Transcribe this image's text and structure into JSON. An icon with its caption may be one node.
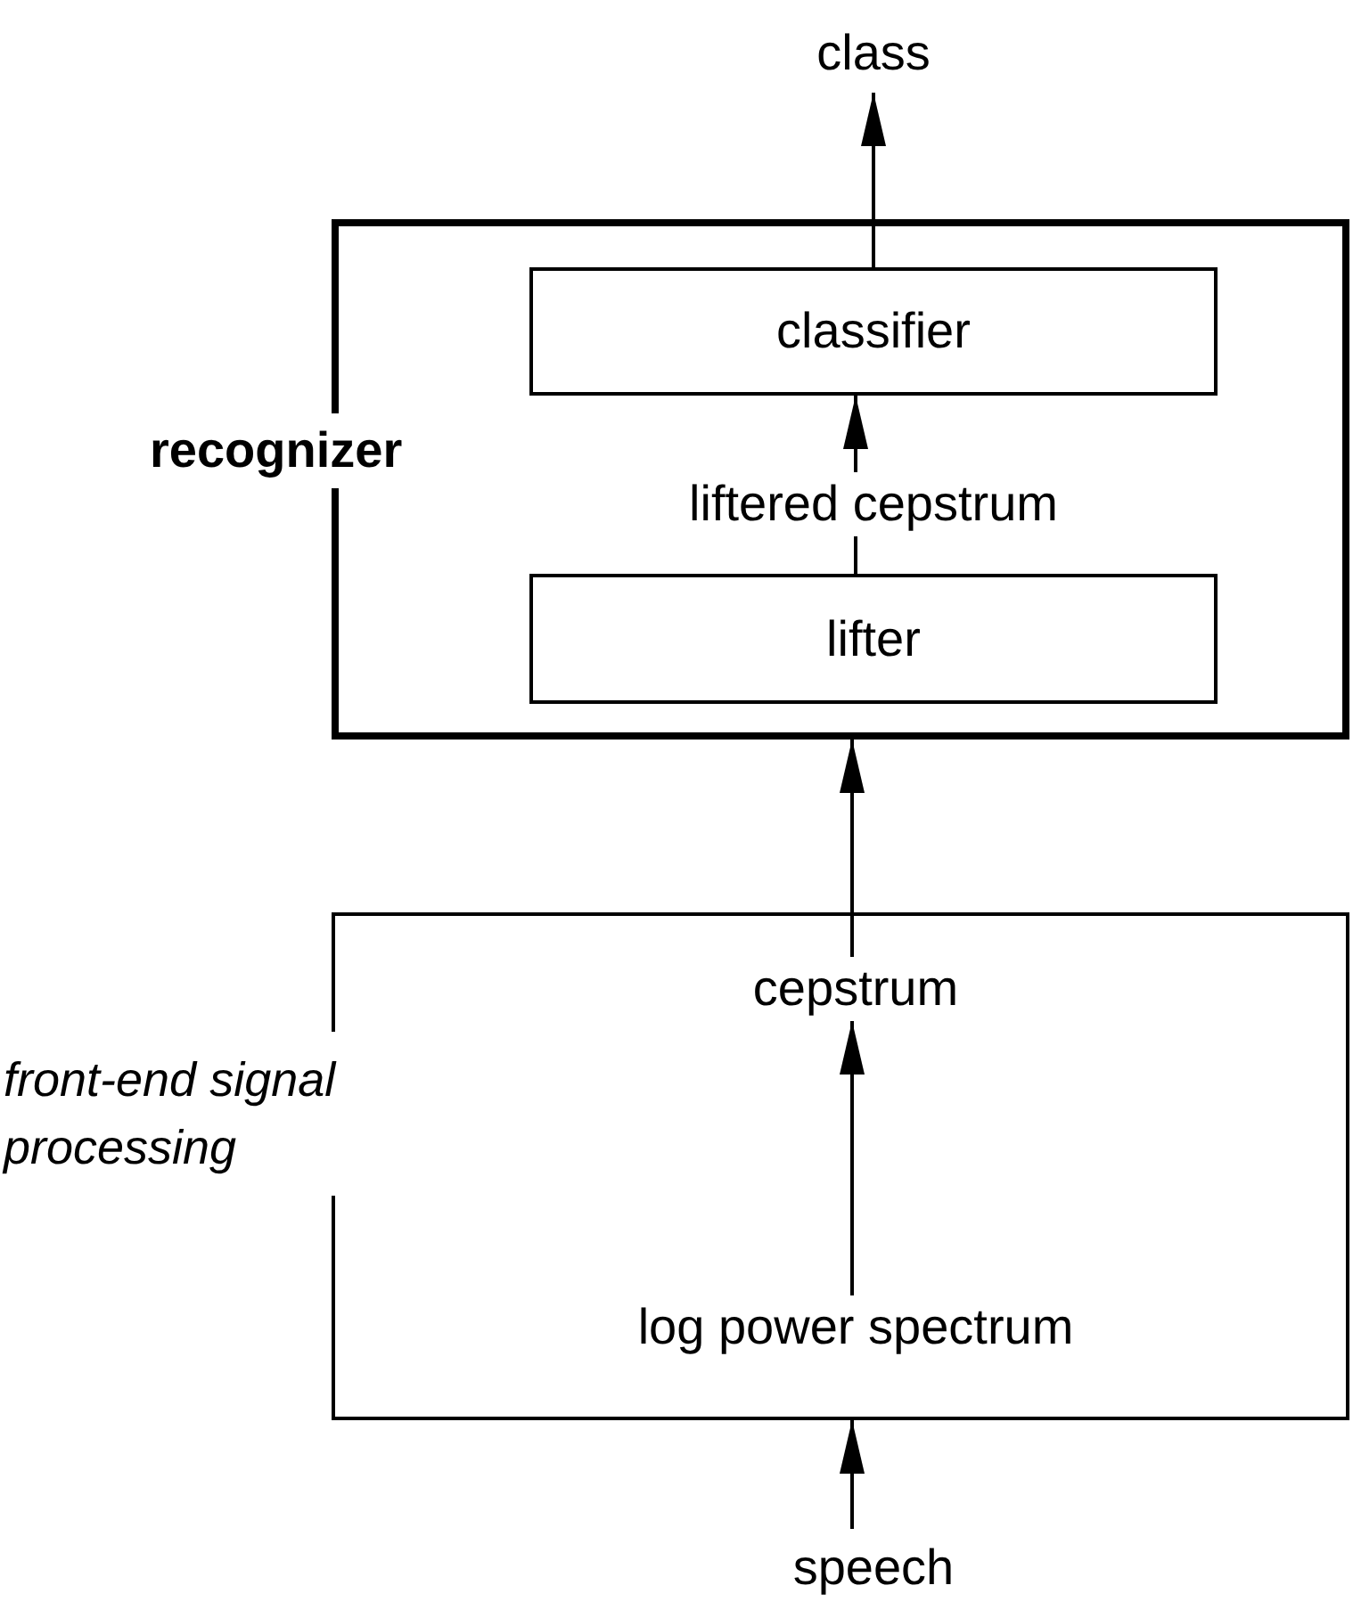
{
  "diagram": {
    "nodes": [
      {
        "text": [
          "class"
        ]
      },
      {
        "text": [
          "recognizer"
        ]
      },
      {
        "text": [
          "classifier"
        ],
        "in": 1
      },
      {
        "text": [
          "liftered cepstrum"
        ],
        "in": 1
      },
      {
        "text": [
          "lifter"
        ],
        "in": 1
      },
      {
        "text": [
          "front-end signal processing"
        ]
      },
      {
        "text": [
          "cepstrum"
        ],
        "in": 5
      },
      {
        "text": [
          "log power spectrum"
        ],
        "in": 5
      },
      {
        "text": [
          "speech"
        ]
      }
    ],
    "edges": [
      {
        "from": 2,
        "to": 0,
        "arrow": "to"
      },
      {
        "from": 3,
        "to": 2,
        "arrow": "to"
      },
      {
        "from": 4,
        "to": 3,
        "arrow": "none"
      },
      {
        "from": 6,
        "to": 1,
        "arrow": "to"
      },
      {
        "from": 7,
        "to": 6,
        "arrow": "to"
      },
      {
        "from": 8,
        "to": 5,
        "arrow": "to"
      }
    ]
  }
}
